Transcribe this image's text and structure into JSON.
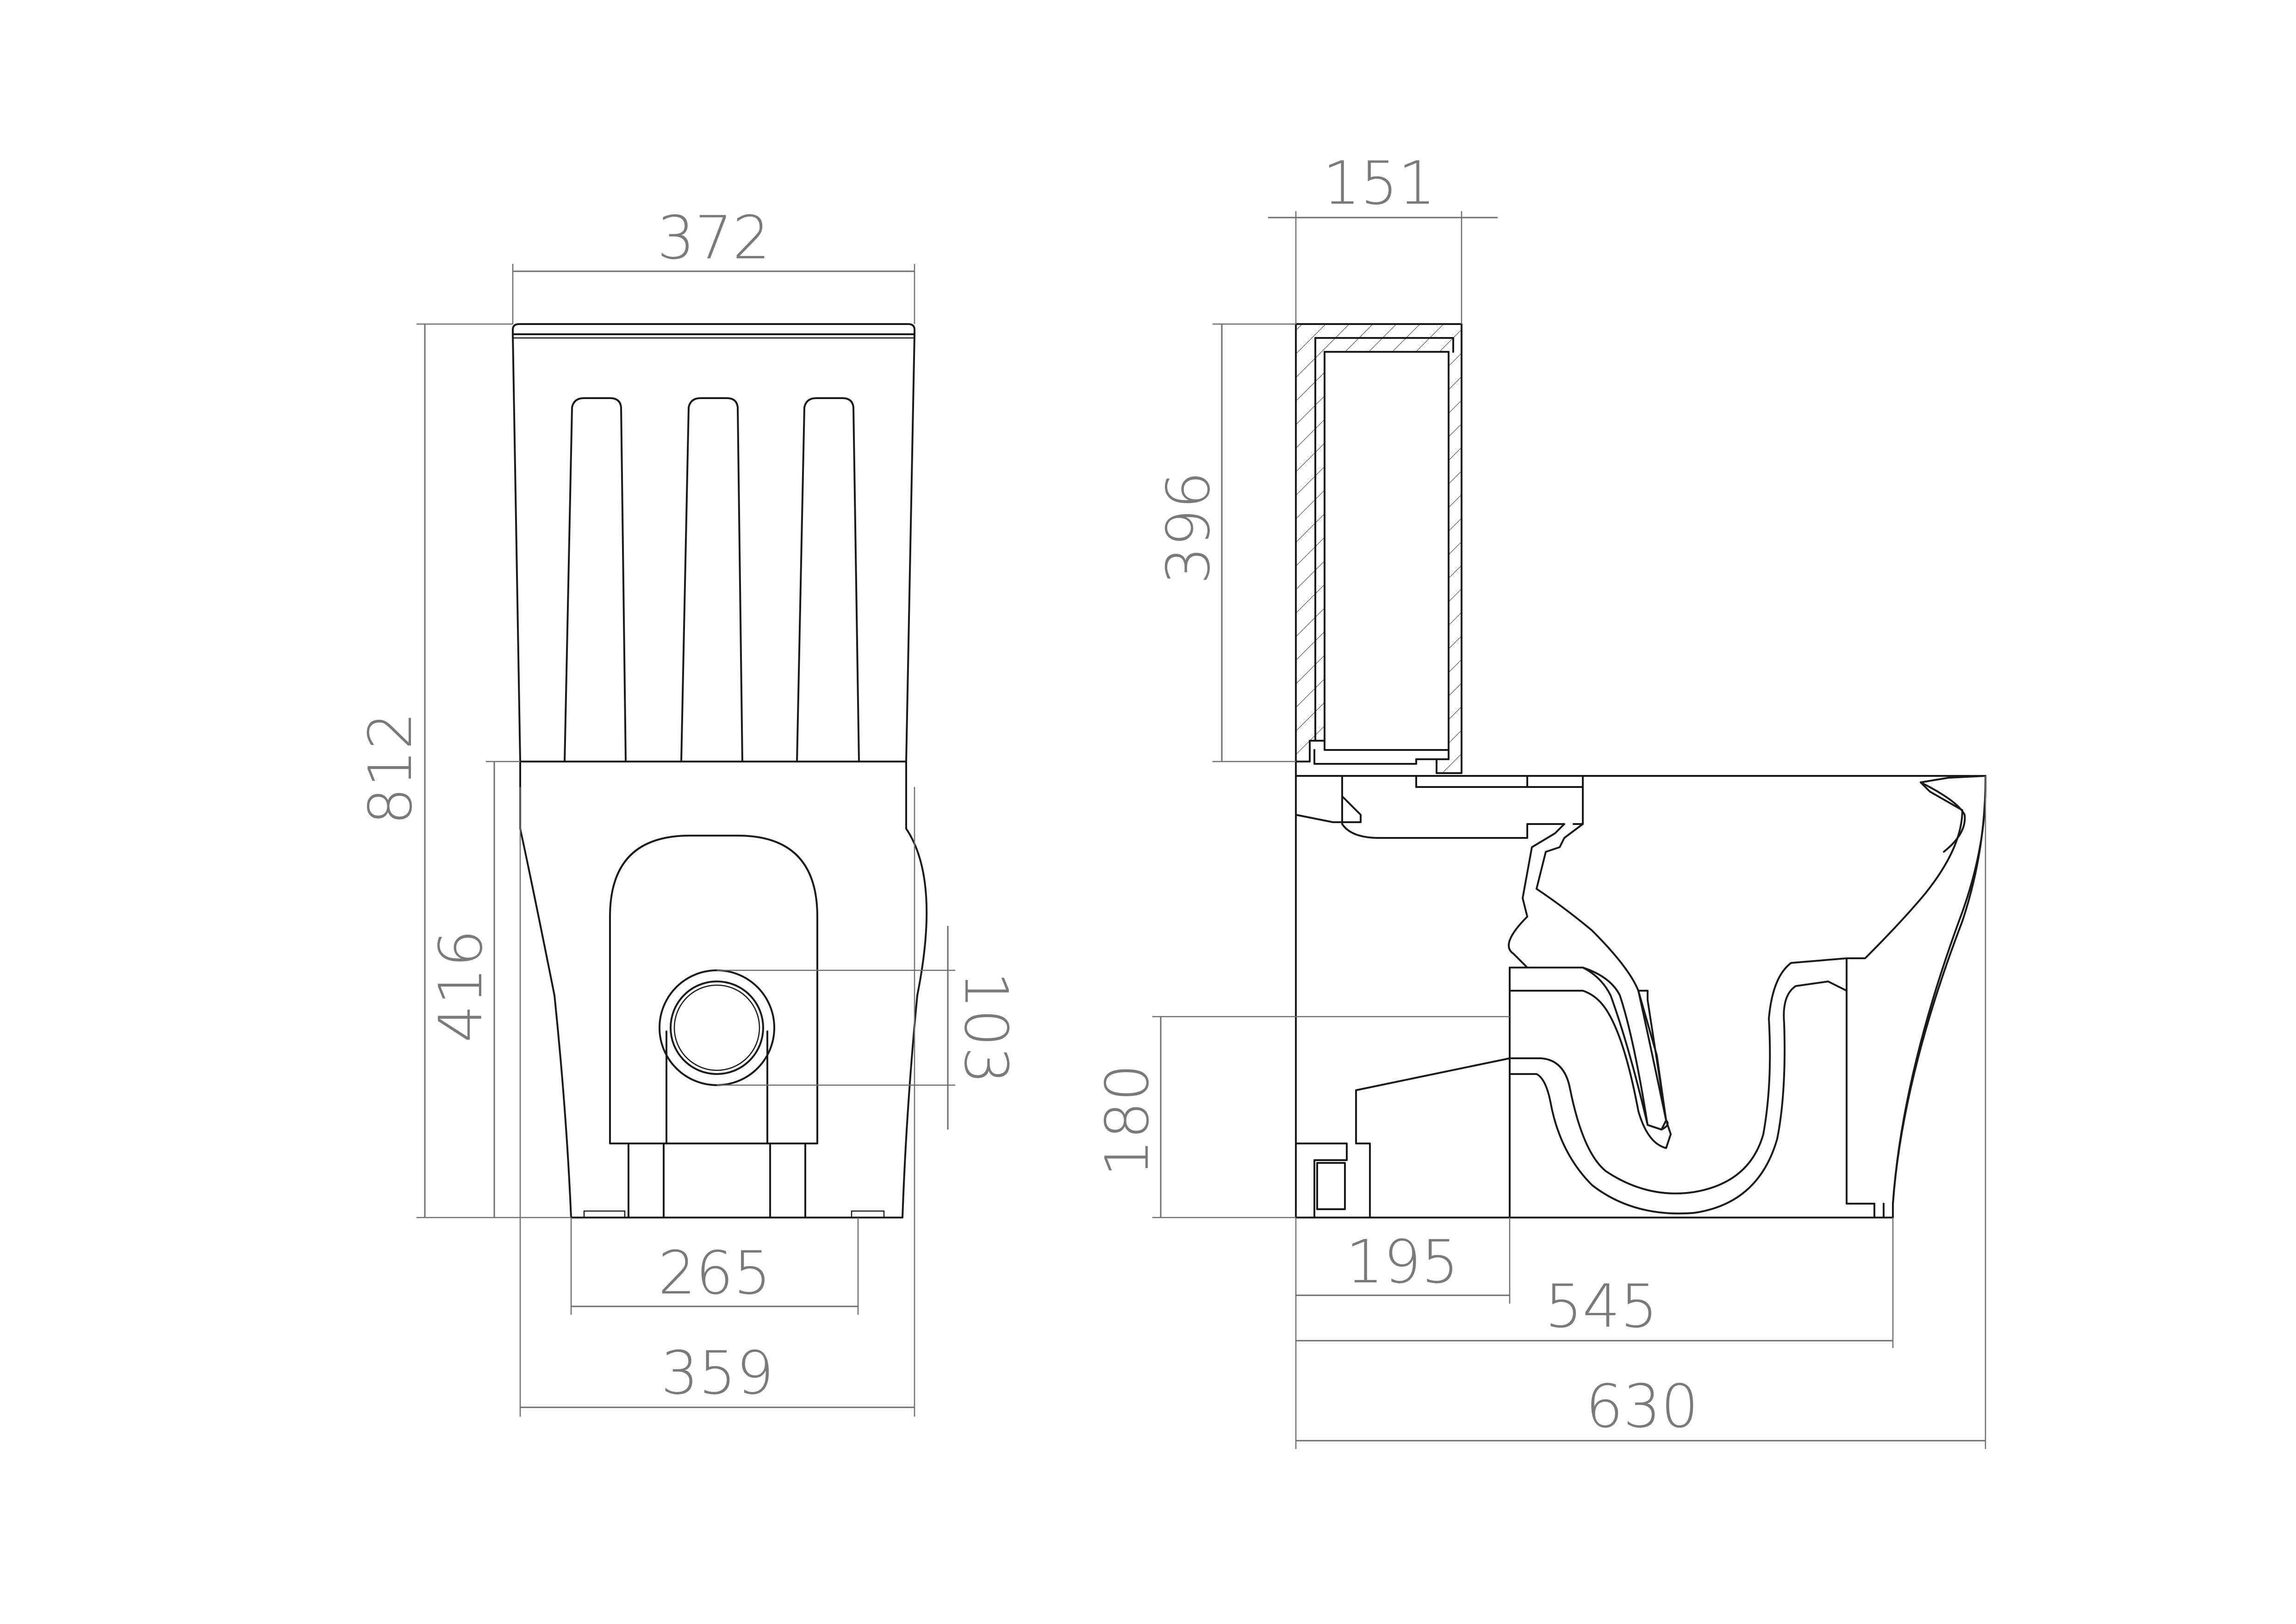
{
  "colors": {
    "line": "#1a1a1a",
    "dimension": "#6e6e6e",
    "dimension_text": "#7a7a7a",
    "background": "#ffffff"
  },
  "front_view": {
    "dims": {
      "top_width": "372",
      "total_height": "812",
      "bowl_height": "416",
      "outlet_diameter": "103",
      "base_width": "265",
      "bowl_width": "359"
    }
  },
  "side_view": {
    "dims": {
      "tank_depth": "151",
      "tank_height": "396",
      "outlet_height": "180",
      "outlet_distance": "195",
      "base_length": "545",
      "total_length": "630"
    }
  }
}
